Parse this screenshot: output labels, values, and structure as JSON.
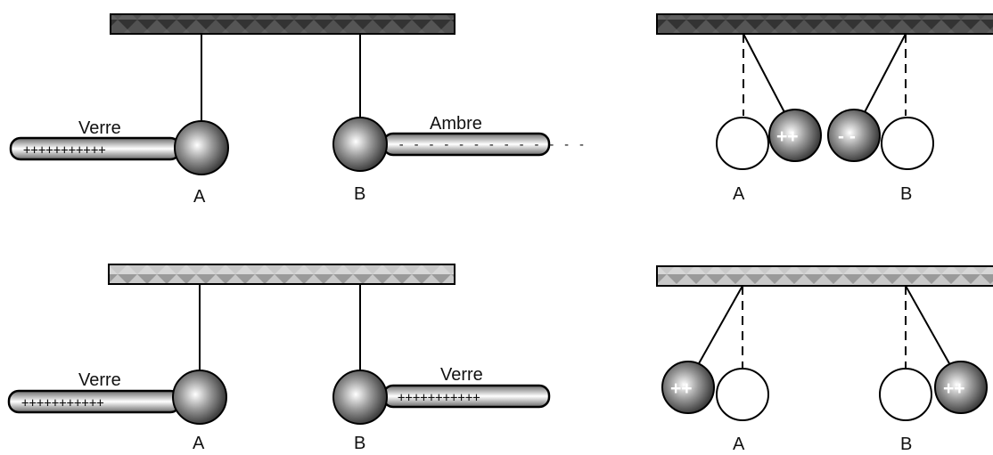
{
  "colors": {
    "dark_bar": "#4a4a4a",
    "light_bar": "#bdbdbd",
    "outline": "#000000",
    "rod_dark": "#3c3c3c",
    "rod_light": "#e6e6e6"
  },
  "panels": {
    "top_left": {
      "rod_left_label": "Verre",
      "rod_left_charges": "+++++++++++",
      "rod_right_label": "Ambre",
      "rod_right_charges": "- - - - - - - - - - - - -",
      "sphere_a_label": "A",
      "sphere_b_label": "B"
    },
    "top_right": {
      "sphere_a_label": "A",
      "sphere_b_label": "B",
      "charge_a": "++",
      "charge_b": "- -"
    },
    "bottom_left": {
      "rod_left_label": "Verre",
      "rod_left_charges": "+++++++++++",
      "rod_right_label": "Verre",
      "rod_right_charges": "+++++++++++",
      "sphere_a_label": "A",
      "sphere_b_label": "B"
    },
    "bottom_right": {
      "sphere_a_label": "A",
      "sphere_b_label": "B",
      "charge_a": "++",
      "charge_b": "++"
    }
  }
}
